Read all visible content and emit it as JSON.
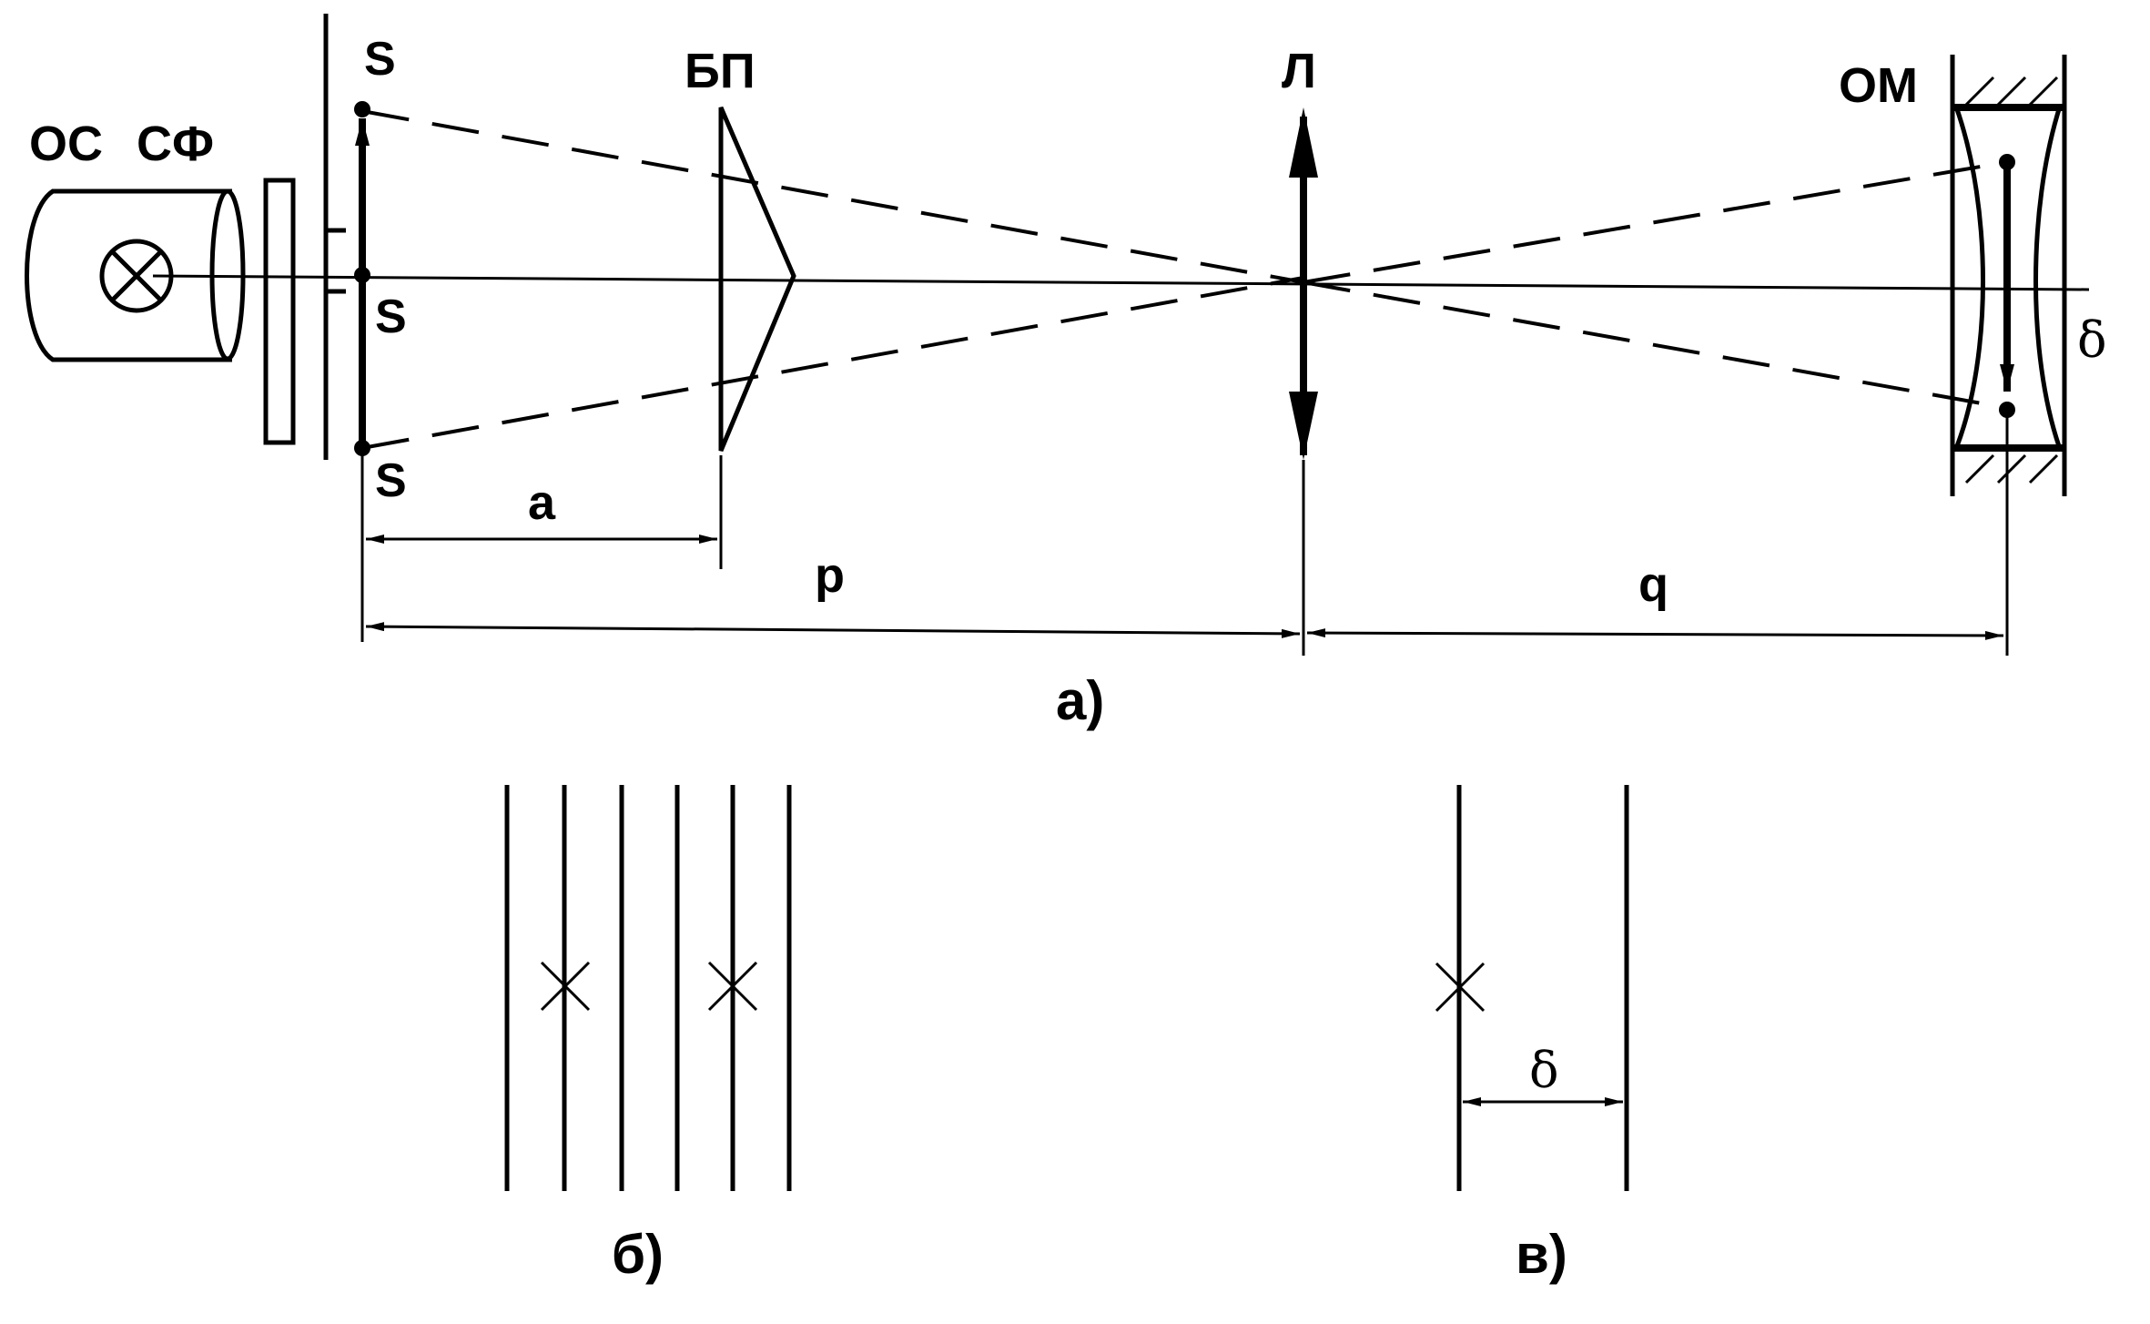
{
  "labels": {
    "light_source": "ОС",
    "light_filter": "СФ",
    "point_top": "S",
    "point_middle": "S",
    "point_bottom": "S",
    "biprism": "БП",
    "lens": "Л",
    "eyepiece_micrometer": "ОМ",
    "delta_top": "δ",
    "distance_a": "a",
    "distance_p": "p",
    "distance_q": "q",
    "caption_a": "а)",
    "caption_b": "б)",
    "caption_c": "в)",
    "delta_bottom": "δ"
  },
  "colors": {
    "ink": "#000000",
    "background": "#ffffff"
  }
}
